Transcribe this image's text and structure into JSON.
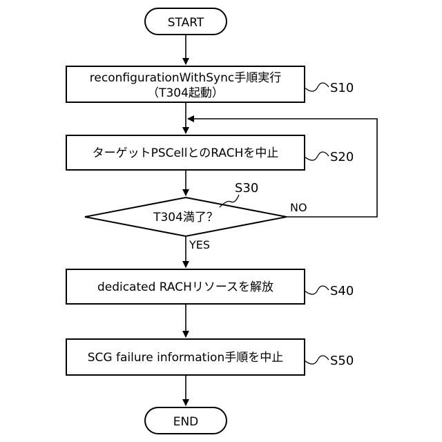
{
  "flowchart": {
    "start": "START",
    "end": "END",
    "steps": [
      {
        "id": "S10",
        "line1": "reconfigurationWithSync手順実行",
        "line2": "（T304起動）"
      },
      {
        "id": "S20",
        "line1": "ターゲットPSCellとのRACHを中止"
      },
      {
        "id": "S40",
        "line1": "dedicated RACHリソースを解放"
      },
      {
        "id": "S50",
        "line1": "SCG failure information手順を中止"
      }
    ],
    "decision": {
      "id": "S30",
      "text": "T304満了？",
      "yes_label": "YES",
      "no_label": "NO"
    }
  }
}
